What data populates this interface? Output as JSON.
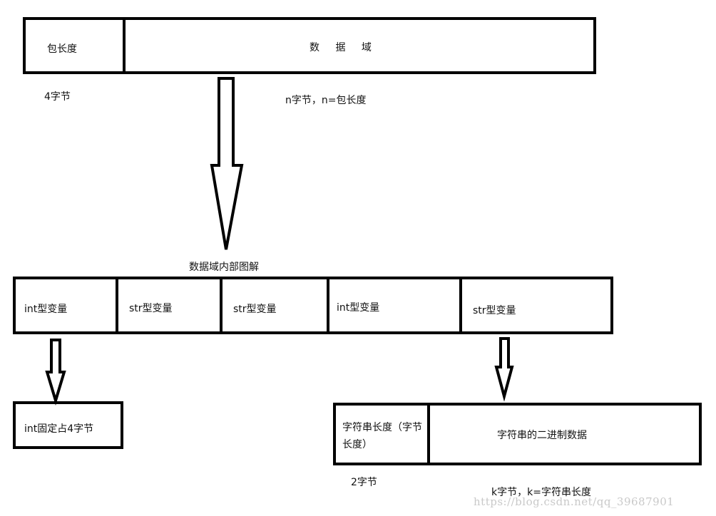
{
  "top_packet": {
    "length_field": "包长度",
    "data_field": "数 据 域",
    "length_size_note": "4字节",
    "data_size_note": "n字节，n=包长度"
  },
  "data_field_detail": {
    "title": "数据域内部图解",
    "cells": [
      "int型变量",
      "str型变量",
      "str型变量",
      "int型变量",
      "str型变量"
    ]
  },
  "int_detail": {
    "label": "int固定占4字节"
  },
  "str_detail": {
    "length_label": "字符串长度（字节长度）",
    "data_label": "字符串的二进制数据",
    "length_size_note": "2字节",
    "data_size_note": "k字节，k=字符串长度"
  },
  "watermark": "https://blog.csdn.net/qq_39687901"
}
